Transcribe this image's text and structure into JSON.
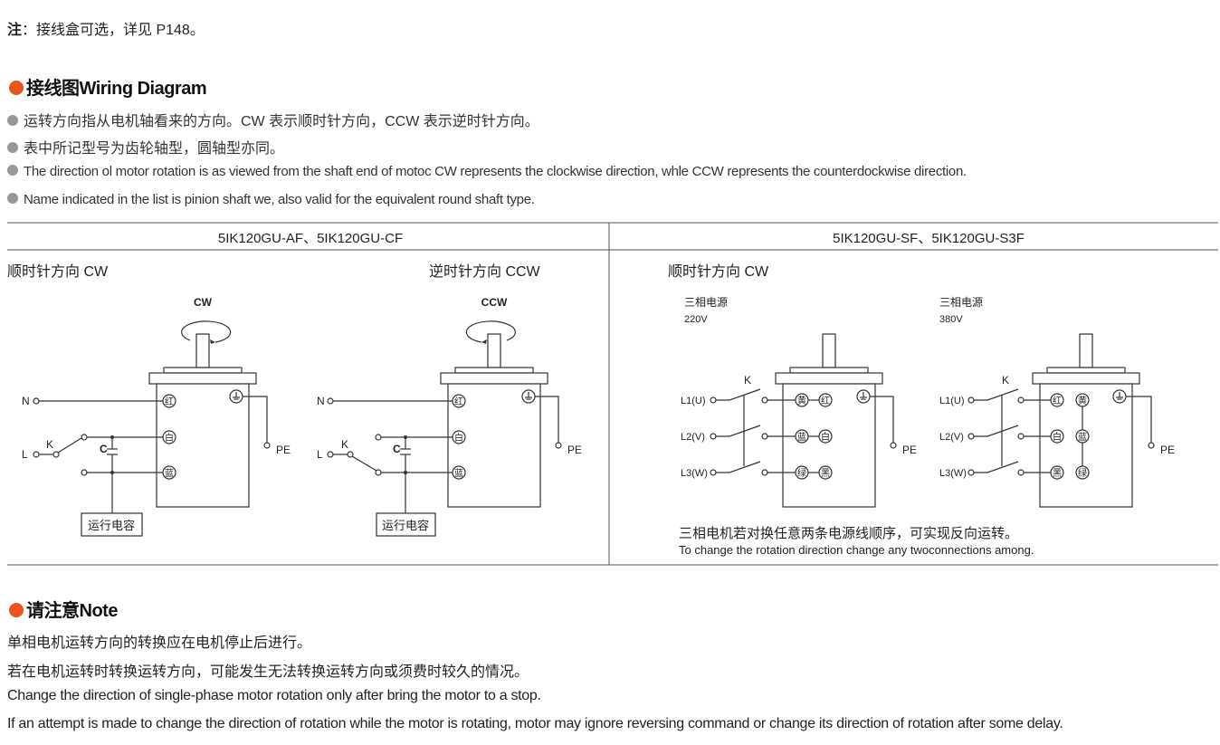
{
  "note": {
    "prefix": "注",
    "text": "：接线盒可选，详见 P148。"
  },
  "wiring": {
    "title_cn": "接线图",
    "title_en": "Wiring Diagram",
    "bullets": [
      "运转方向指从电机轴看来的方向。CW 表示顺时针方向，CCW 表示逆时针方向。",
      "表中所记型号为齿轮轴型，圆轴型亦同。",
      "The direction ol motor rotation is as viewed from the shaft end of motoc CW represents the clockwise direction, whle CCW represents the counterdockwise direction.",
      "Name indicated in the list is pinion shaft we, also valid for the equivalent round shaft type."
    ]
  },
  "table": {
    "left_header": "5IK120GU-AF、5IK120GU-CF",
    "right_header": "5IK120GU-SF、5IK120GU-S3F",
    "cw_label": "顺时针方向 CW",
    "ccw_label": "逆时针方向 CCW",
    "right_cw_label": "顺时针方向 CW",
    "single_phase": {
      "cw": "CW",
      "ccw": "CCW",
      "N": "N",
      "L": "L",
      "K": "K",
      "C": "C",
      "PE": "PE",
      "terminals": [
        "红",
        "白",
        "蓝"
      ],
      "capacitor_box": "运行电容"
    },
    "three_phase": {
      "source": "三相电源",
      "v220": "220V",
      "v380": "380V",
      "lines": [
        "L1(U)",
        "L2(V)",
        "L3(W)"
      ],
      "K": "K",
      "PE": "PE",
      "terminals_220": [
        [
          "黄",
          "红"
        ],
        [
          "蓝",
          "白"
        ],
        [
          "绿",
          "黑"
        ]
      ],
      "terminals_380": [
        [
          "红",
          "黄"
        ],
        [
          "白",
          "蓝"
        ],
        [
          "黑",
          "绿"
        ]
      ],
      "reverse_cn": "三相电机若对换任意两条电源线顺序，可实现反向运转。",
      "reverse_en": "To change the rotation direction change any twoconnections among."
    }
  },
  "attention": {
    "title_cn": "请注意",
    "title_en": "Note",
    "lines": [
      "单相电机运转方向的转换应在电机停止后进行。",
      "若在电机运转时转换运转方向，可能发生无法转换运转方向或须费时较久的情况。",
      "Change the direction of single-phase motor rotation only after bring the motor to a stop.",
      "If an attempt is made to change the direction of rotation while the motor is rotating, motor may ignore reversing command or change its direction of rotation after some delay."
    ]
  },
  "colors": {
    "accent": "#e8561c"
  }
}
